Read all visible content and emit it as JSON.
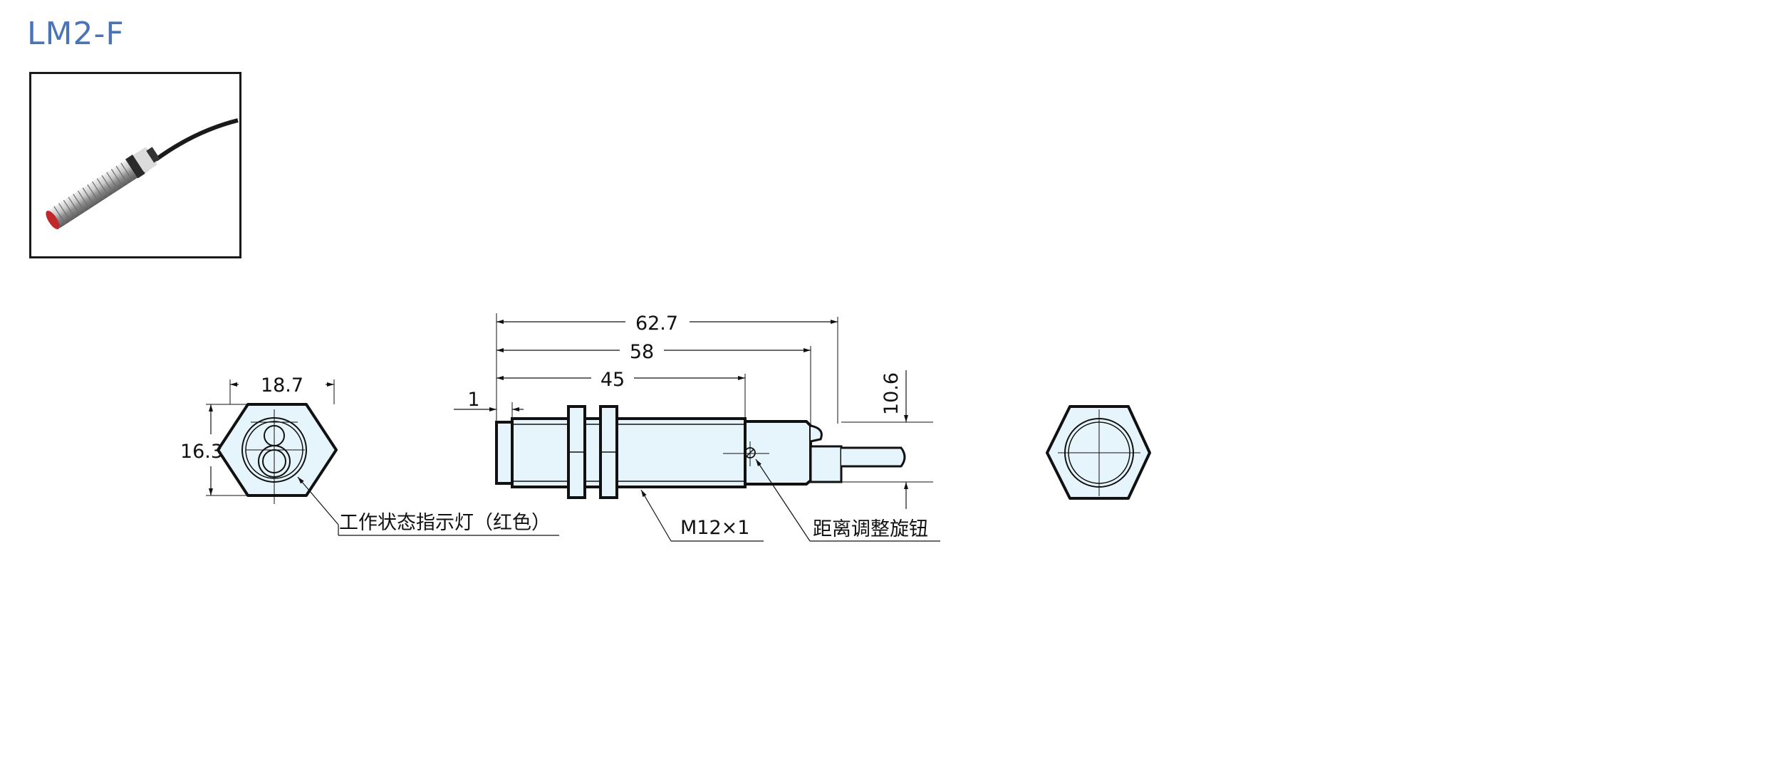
{
  "title": "LM2-F",
  "photo": {
    "icon": "cylindrical-proximity-sensor-photo"
  },
  "colors": {
    "title": "#4a73b8",
    "body_fill": "#e6f4fb",
    "led": "#c0282c",
    "stroke": "#111111"
  },
  "dimensions": {
    "front_width": "18.7",
    "front_height": "16.3",
    "overall_length": "62.7",
    "housing_length": "58",
    "thread_length": "45",
    "face_offset": "1",
    "cable_height": "10.6"
  },
  "labels": {
    "indicator": "工作状态指示灯（红色）",
    "thread": "M12×1",
    "knob": "距离调整旋钮"
  }
}
